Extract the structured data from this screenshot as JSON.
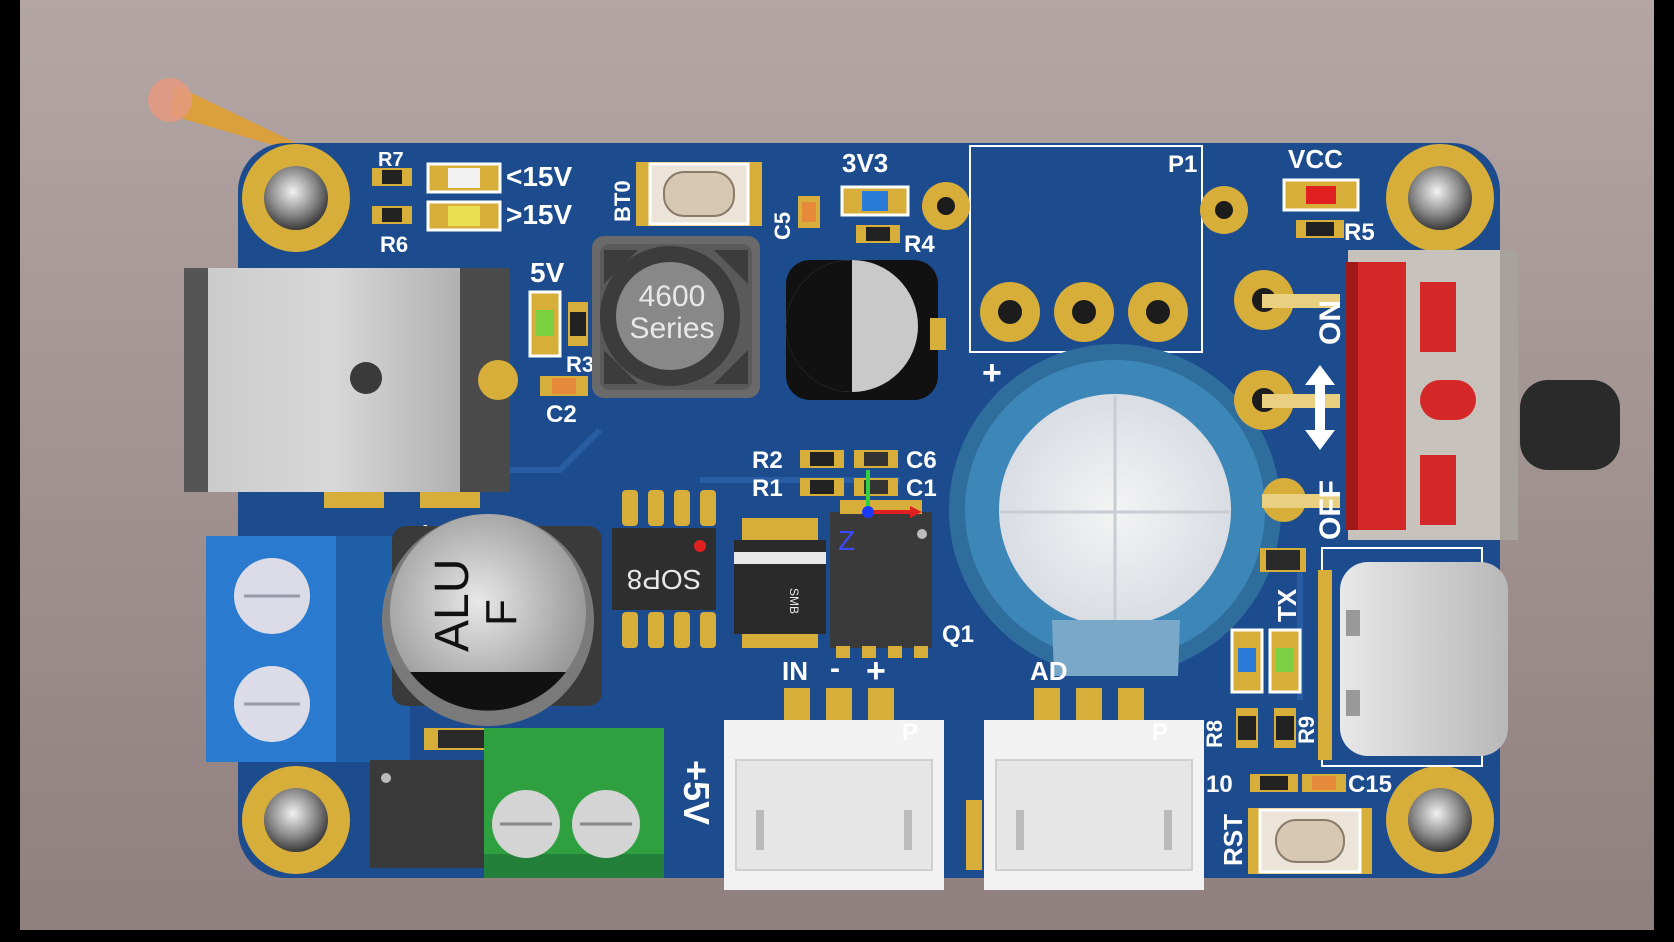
{
  "viewer": {
    "background_top": "#b3a6a4",
    "background_bottom": "#8f7f7e",
    "board_color": "#1c4c8e",
    "pad_color": "#d8ae3a"
  },
  "labels": {
    "r7": "R7",
    "r6": "R6",
    "lt15v": "<15V",
    "gt15v": ">15V",
    "bt0": "BT0",
    "c5": "C5",
    "v3v3": "3V3",
    "r4": "R4",
    "p1": "P1",
    "vcc": "VCC",
    "r5": "R5",
    "v5": "5V",
    "r3": "R3",
    "c2": "C2",
    "inductor_l1": "4600",
    "inductor_l2": "Series",
    "plus_p1": "+",
    "on": "ON",
    "off": "OFF",
    "r2": "R2",
    "r1": "R1",
    "c6": "C6",
    "c1": "C1",
    "axis_z": "Z",
    "q1": "Q1",
    "sop8": "SOP8",
    "smb": "SMB",
    "alu": "ALU",
    "alu_f": "F",
    "plus_term": "+",
    "minus_term": "-",
    "in": "IN",
    "in_minus": "-",
    "in_plus": "+",
    "p_left": "P",
    "ad": "AD",
    "p_right": "P",
    "tx": "TX",
    "r8": "R8",
    "r9": "R9",
    "r10": "10",
    "c15": "C15",
    "rst": "RST",
    "plus5v": "+5V"
  }
}
